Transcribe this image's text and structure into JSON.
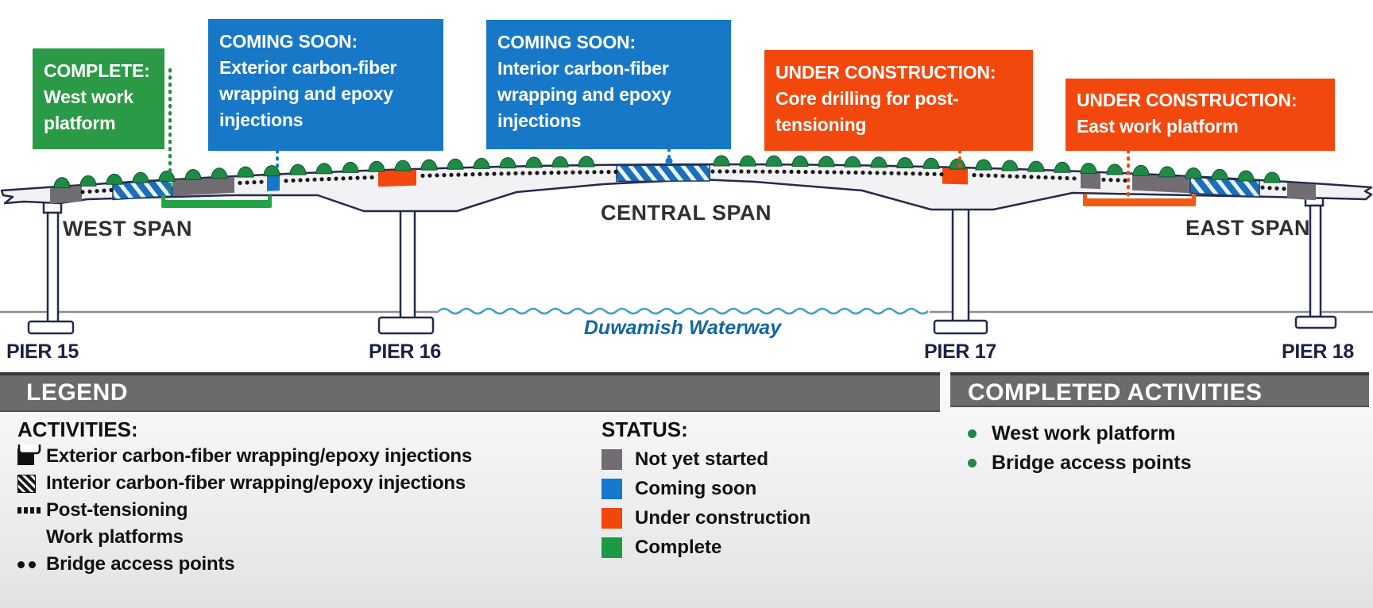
{
  "callouts": [
    {
      "status": "COMPLETE:",
      "text": "West work platform"
    },
    {
      "status": "COMING SOON:",
      "text": "Exterior carbon-fiber wrapping and epoxy injections"
    },
    {
      "status": "COMING SOON:",
      "text": "Interior carbon-fiber wrapping and epoxy injections"
    },
    {
      "status": "UNDER CONSTRUCTION:",
      "text": "Core drilling for post-tensioning"
    },
    {
      "status": "UNDER CONSTRUCTION:",
      "text": "East work platform"
    }
  ],
  "bridge": {
    "spans": {
      "west": "WEST SPAN",
      "central": "CENTRAL SPAN",
      "east": "EAST SPAN"
    },
    "piers": [
      "PIER 15",
      "PIER 16",
      "PIER 17",
      "PIER 18"
    ],
    "waterway_label": "Duwamish Waterway"
  },
  "legend": {
    "title": "LEGEND",
    "activities_title": "ACTIVITIES:",
    "activities": [
      "Exterior carbon-fiber wrapping/epoxy injections",
      "Interior carbon-fiber wrapping/epoxy injections",
      "Post-tensioning",
      "Work platforms",
      "Bridge access points"
    ],
    "status_title": "STATUS:",
    "status": [
      {
        "label": "Not yet started",
        "color": "#716D72"
      },
      {
        "label": "Coming soon",
        "color": "#1478CE"
      },
      {
        "label": "Under construction",
        "color": "#F2470C"
      },
      {
        "label": "Complete",
        "color": "#1D9B44"
      }
    ]
  },
  "completed": {
    "title": "COMPLETED ACTIVITIES",
    "items": [
      "West work platform",
      "Bridge access points"
    ]
  },
  "colors": {
    "complete_green": "#2B9A47",
    "coming_soon_blue": "#1878C8",
    "under_construction_orange": "#F2480D",
    "not_started_gray": "#716D72",
    "outline_navy": "#232A4D",
    "water_blue": "#3D9EC6",
    "waterway_text_blue": "#1266A0"
  }
}
